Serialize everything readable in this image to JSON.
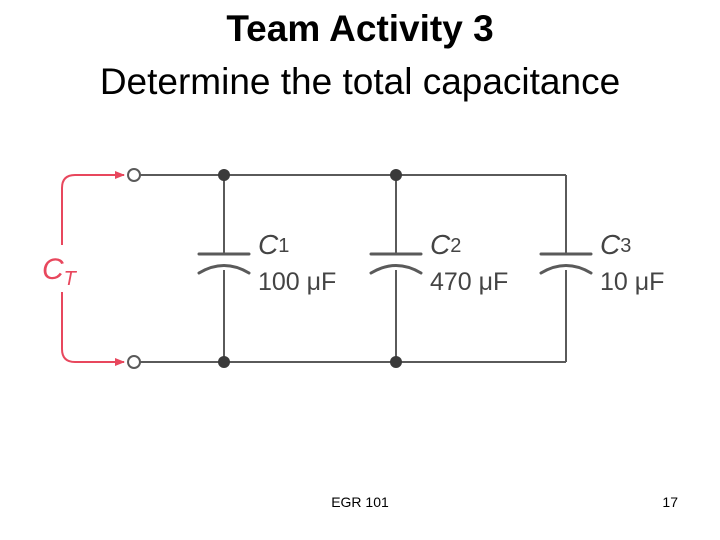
{
  "slide": {
    "title": "Team Activity 3",
    "subtitle": "Determine the total capacitance"
  },
  "circuit": {
    "total_label": {
      "main": "C",
      "sub": "T"
    },
    "capacitors": [
      {
        "name": "C",
        "sub": "1",
        "value": "100 μF"
      },
      {
        "name": "C",
        "sub": "2",
        "value": "470 μF"
      },
      {
        "name": "C",
        "sub": "3",
        "value": "10 μF"
      }
    ],
    "colors": {
      "wire": "#5a5a5a",
      "node": "#3a3a3a",
      "accent": "#e8475d",
      "text": "#444444"
    }
  },
  "footer": {
    "course": "EGR 101",
    "page": "17"
  }
}
